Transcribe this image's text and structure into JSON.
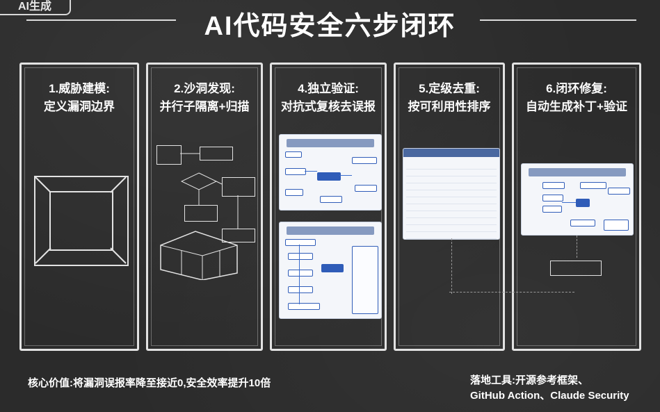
{
  "badge": "AI生成",
  "title": "AI代码安全六步闭环",
  "steps": [
    {
      "line1": "1.威胁建模:",
      "line2": "定义漏洞边界"
    },
    {
      "line1": "2.沙洞发现:",
      "line2": "并行子隔离+归描"
    },
    {
      "line1": "4.独立验证:",
      "line2": "对抗式复核去误报"
    },
    {
      "line1": "5.定级去重:",
      "line2": "按可利用性排序"
    },
    {
      "line1": "6.闭环修复:",
      "line2": "自动生成补丁+验证"
    }
  ],
  "footer_left": "核心价值:将漏洞误报率降至接近0,安全效率提升10倍",
  "footer_right_1": "落地工具:开源参考框架、",
  "footer_right_2": "GitHub Action、Claude Security",
  "colors": {
    "board": "#2b2b2b",
    "chalk": "#e2e2e2",
    "accent": "#2f5cb8"
  }
}
